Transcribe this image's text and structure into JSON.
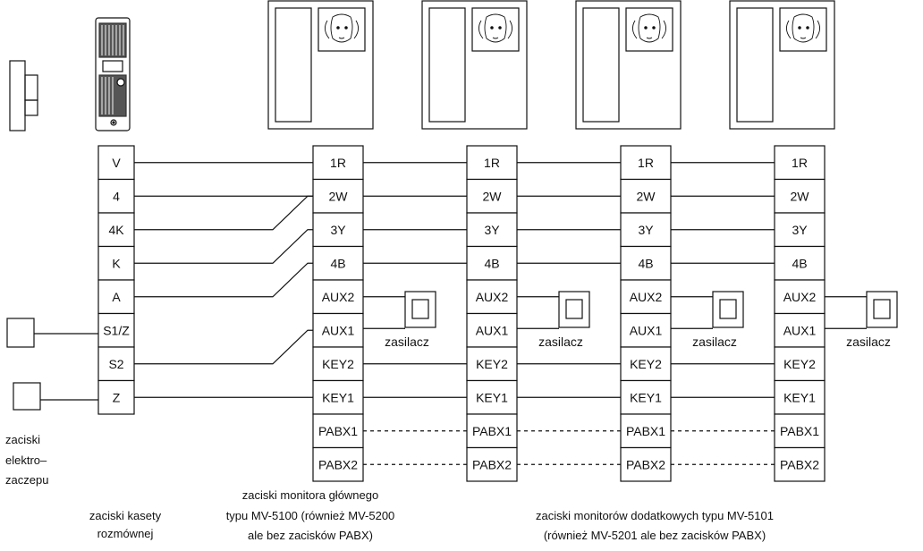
{
  "intercom_terminals": [
    "V",
    "4",
    "4K",
    "K",
    "A",
    "S1/Z",
    "S2",
    "Z"
  ],
  "monitor_terminals": [
    "1R",
    "2W",
    "3Y",
    "4B",
    "AUX2",
    "AUX1",
    "KEY2",
    "KEY1",
    "PABX1",
    "PABX2"
  ],
  "psu_label": "zasilacz",
  "captions": {
    "lock": [
      "zaciski",
      "elektro–",
      "zaczepu"
    ],
    "intercom": [
      "zaciski kasety",
      "rozmównej"
    ],
    "main_monitor": [
      "zaciski monitora głównego",
      "typu MV-5100 (również MV-5200",
      "ale bez zacisków PABX)"
    ],
    "extra_monitors": [
      "zaciski monitorów dodatkowych typu MV-5101",
      "(również MV-5201 ale bez zacisków PABX)"
    ]
  },
  "colors": {
    "line": "#111111",
    "background": "#ffffff"
  }
}
